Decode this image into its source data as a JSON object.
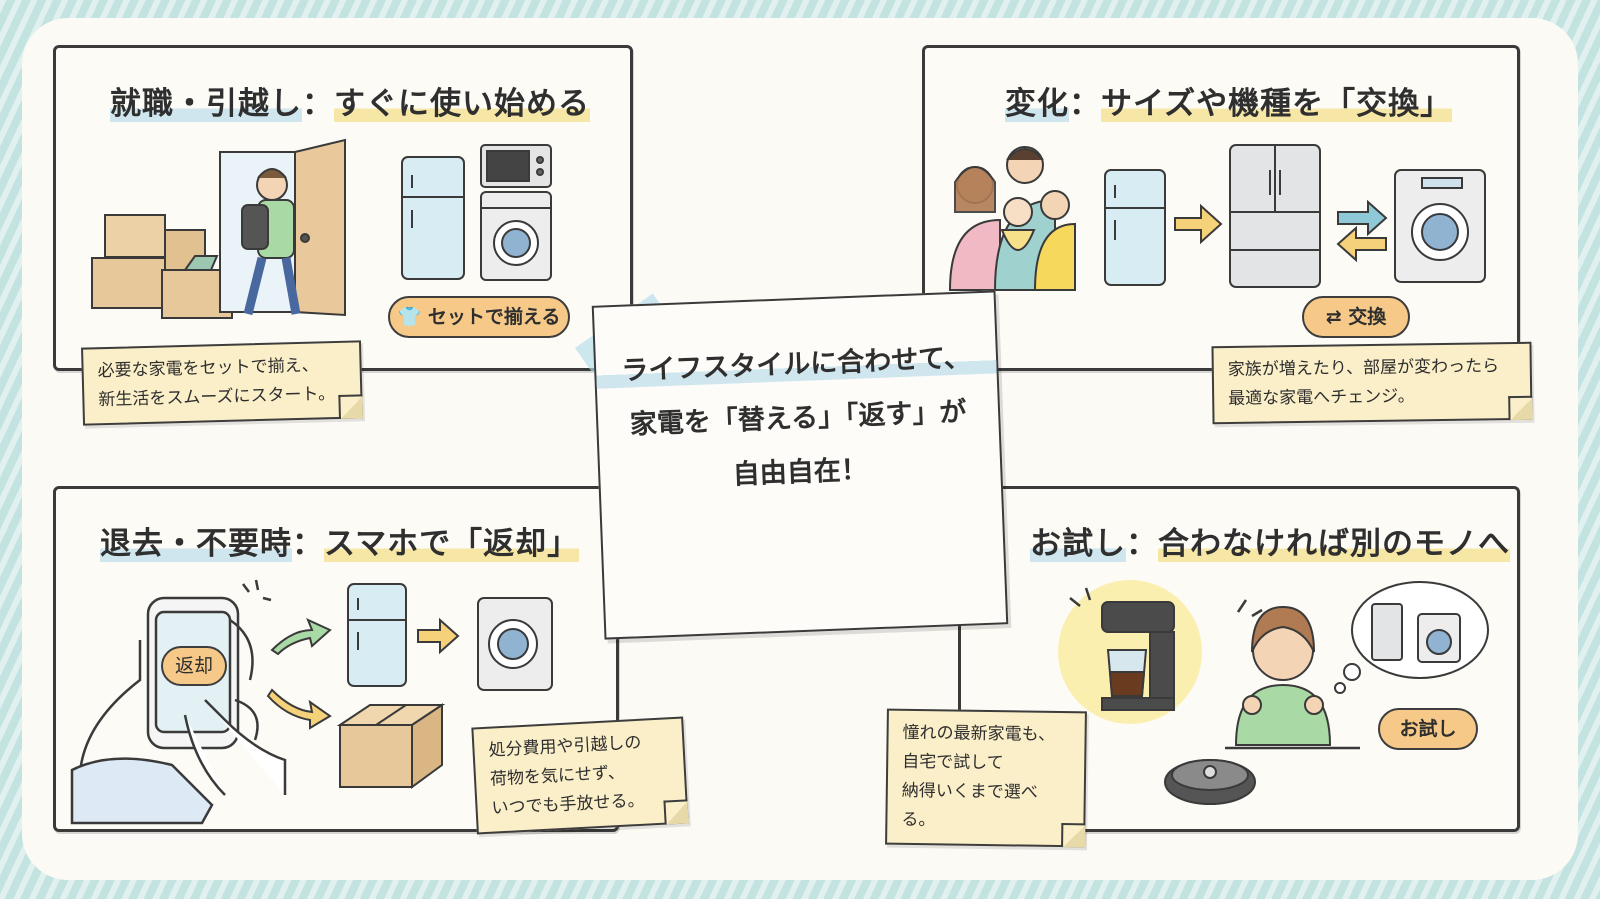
{
  "panels": {
    "top_left": {
      "title_a": "就職・引越し",
      "title_sep": "：",
      "title_b": "すぐに使い始める",
      "pill": "セットで揃える",
      "note_line1": "必要な家電をセットで揃え、",
      "note_line2": "新生活をスムーズにスタート。"
    },
    "top_right": {
      "title_a": "変化",
      "title_sep": "：",
      "title_b": "サイズや機種を「交換」",
      "pill": "交換",
      "note_line1": "家族が増えたり、部屋が変わったら",
      "note_line2": "最適な家電へチェンジ。"
    },
    "bottom_left": {
      "title_a": "退去・不要時",
      "title_sep": "：",
      "title_b": "スマホで「返却」",
      "phone_button": "返却",
      "note_line1": "処分費用や引越しの",
      "note_line2": "荷物を気にせず、",
      "note_line3": "いつでも手放せる。"
    },
    "bottom_right": {
      "title_a": "お試し",
      "title_sep": "：",
      "title_b": "合わなければ別のモノへ",
      "pill": "お試し",
      "note_line1": "憧れの最新家電も、",
      "note_line2": "自宅で試して",
      "note_line3": "納得いくまで選べる。"
    }
  },
  "center": {
    "line1": "ライフスタイルに合わせて、",
    "line2": "家電を「替える」「返す」が",
    "line3": "自由自在！"
  },
  "colors": {
    "outline": "#3a3a3a",
    "note_bg": "#fbefc9",
    "pill_bg": "#f6c989",
    "fridge_blue": "#d8ecf3",
    "box_tan": "#e7c89a",
    "arrow_yellow": "#f5d27a",
    "arrow_blue": "#8fc9d8",
    "highlight_yellow": "#f7e7a6",
    "highlight_blue": "#cfe6ef"
  },
  "icons": [
    "tshirt-icon",
    "swap-icon",
    "cycle-arrows-icon",
    "sparkle-lines-icon",
    "thought-bubble-icon"
  ]
}
